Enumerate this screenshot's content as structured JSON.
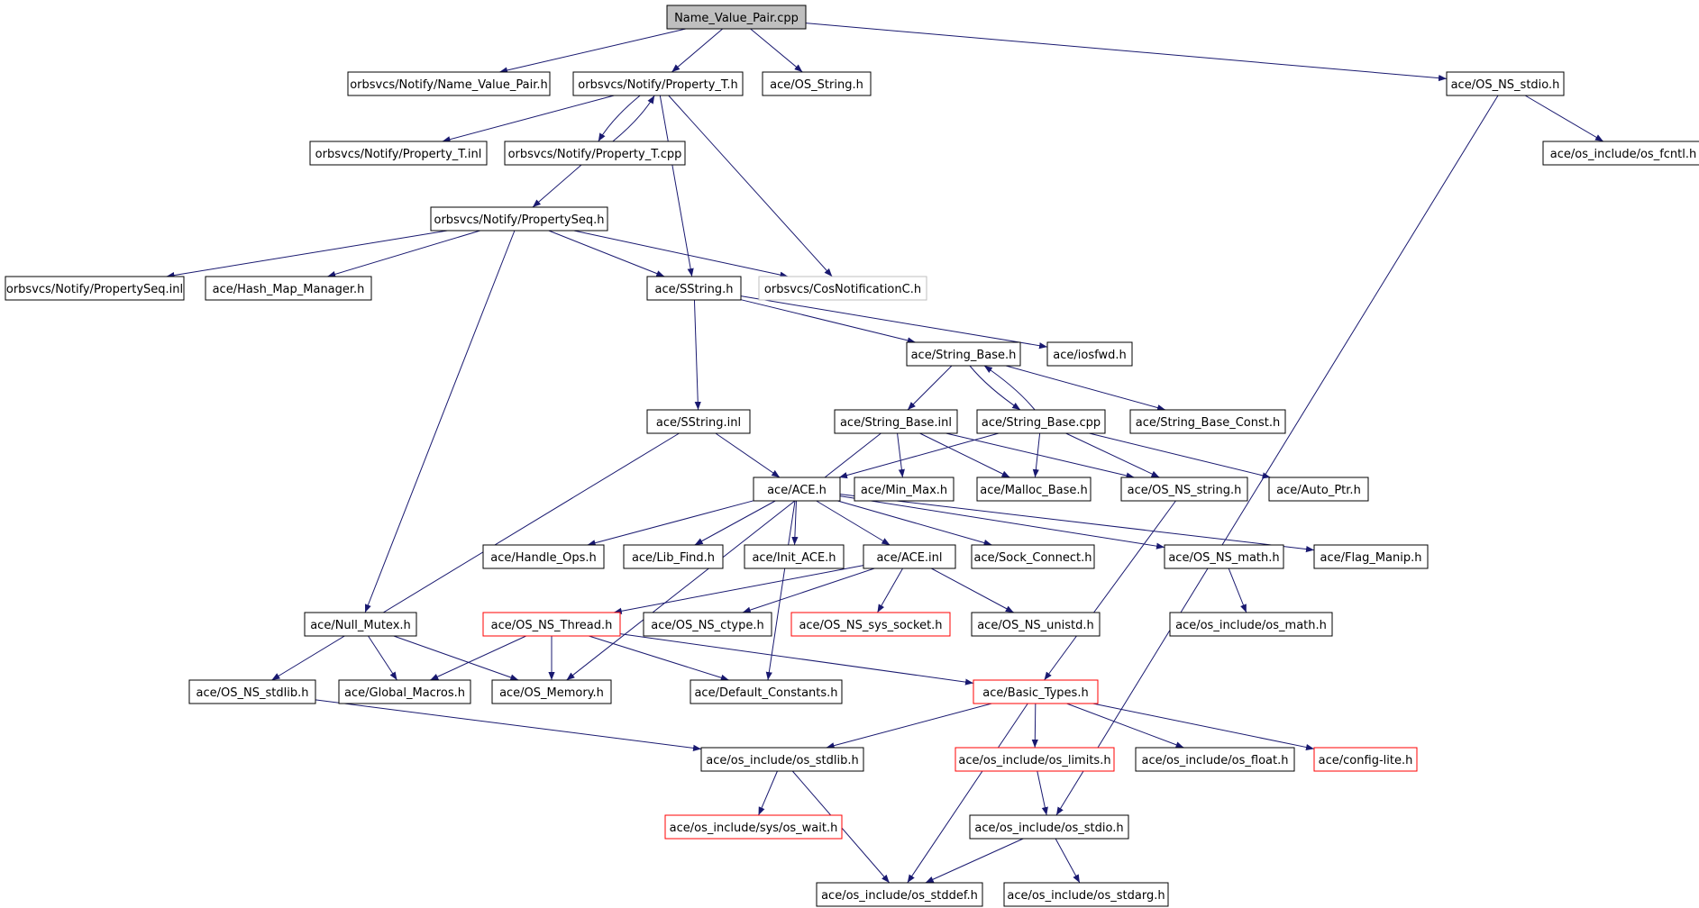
{
  "colors": {
    "edge": "#191970",
    "border_normal": "#000000",
    "border_incomplete": "#ff0000",
    "border_external": "#bfbfbf",
    "root_fill": "#bfbfbf",
    "fill": "#ffffff"
  },
  "nodes": [
    {
      "id": "n0",
      "label": "Name_Value_Pair.cpp",
      "style": "root"
    },
    {
      "id": "n1",
      "label": "orbsvcs/Notify/Name_Value_Pair.h",
      "style": "normal"
    },
    {
      "id": "n2",
      "label": "orbsvcs/Notify/Property_T.h",
      "style": "normal"
    },
    {
      "id": "n3",
      "label": "ace/OS_String.h",
      "style": "normal"
    },
    {
      "id": "n4",
      "label": "ace/OS_NS_stdio.h",
      "style": "normal"
    },
    {
      "id": "n5",
      "label": "orbsvcs/Notify/Property_T.inl",
      "style": "normal"
    },
    {
      "id": "n6",
      "label": "orbsvcs/Notify/Property_T.cpp",
      "style": "normal"
    },
    {
      "id": "n7",
      "label": "ace/os_include/os_fcntl.h",
      "style": "normal"
    },
    {
      "id": "n8",
      "label": "orbsvcs/Notify/PropertySeq.h",
      "style": "normal"
    },
    {
      "id": "n9",
      "label": "orbsvcs/Notify/PropertySeq.inl",
      "style": "normal"
    },
    {
      "id": "n10",
      "label": "ace/Hash_Map_Manager.h",
      "style": "normal"
    },
    {
      "id": "n11",
      "label": "ace/SString.h",
      "style": "normal"
    },
    {
      "id": "n12",
      "label": "orbsvcs/CosNotificationC.h",
      "style": "external"
    },
    {
      "id": "n13",
      "label": "ace/String_Base.h",
      "style": "normal"
    },
    {
      "id": "n14",
      "label": "ace/iosfwd.h",
      "style": "normal"
    },
    {
      "id": "n15",
      "label": "ace/SString.inl",
      "style": "normal"
    },
    {
      "id": "n16",
      "label": "ace/String_Base.inl",
      "style": "normal"
    },
    {
      "id": "n17",
      "label": "ace/String_Base.cpp",
      "style": "normal"
    },
    {
      "id": "n18",
      "label": "ace/String_Base_Const.h",
      "style": "normal"
    },
    {
      "id": "n19",
      "label": "ace/ACE.h",
      "style": "normal"
    },
    {
      "id": "n20",
      "label": "ace/Min_Max.h",
      "style": "normal"
    },
    {
      "id": "n21",
      "label": "ace/Malloc_Base.h",
      "style": "normal"
    },
    {
      "id": "n22",
      "label": "ace/OS_NS_string.h",
      "style": "normal"
    },
    {
      "id": "n23",
      "label": "ace/Auto_Ptr.h",
      "style": "normal"
    },
    {
      "id": "n24",
      "label": "ace/Handle_Ops.h",
      "style": "normal"
    },
    {
      "id": "n25",
      "label": "ace/Lib_Find.h",
      "style": "normal"
    },
    {
      "id": "n26",
      "label": "ace/Init_ACE.h",
      "style": "normal"
    },
    {
      "id": "n27",
      "label": "ace/ACE.inl",
      "style": "normal"
    },
    {
      "id": "n28",
      "label": "ace/Sock_Connect.h",
      "style": "normal"
    },
    {
      "id": "n29",
      "label": "ace/OS_NS_math.h",
      "style": "normal"
    },
    {
      "id": "n30",
      "label": "ace/Flag_Manip.h",
      "style": "normal"
    },
    {
      "id": "n31",
      "label": "ace/Null_Mutex.h",
      "style": "normal"
    },
    {
      "id": "n32",
      "label": "ace/OS_NS_Thread.h",
      "style": "incomplete"
    },
    {
      "id": "n33",
      "label": "ace/OS_NS_ctype.h",
      "style": "normal"
    },
    {
      "id": "n34",
      "label": "ace/OS_NS_sys_socket.h",
      "style": "incomplete"
    },
    {
      "id": "n35",
      "label": "ace/OS_NS_unistd.h",
      "style": "normal"
    },
    {
      "id": "n36",
      "label": "ace/os_include/os_math.h",
      "style": "normal"
    },
    {
      "id": "n37",
      "label": "ace/OS_NS_stdlib.h",
      "style": "normal"
    },
    {
      "id": "n38",
      "label": "ace/Global_Macros.h",
      "style": "normal"
    },
    {
      "id": "n39",
      "label": "ace/OS_Memory.h",
      "style": "normal"
    },
    {
      "id": "n40",
      "label": "ace/Default_Constants.h",
      "style": "normal"
    },
    {
      "id": "n41",
      "label": "ace/Basic_Types.h",
      "style": "incomplete"
    },
    {
      "id": "n42",
      "label": "ace/os_include/os_stdlib.h",
      "style": "normal"
    },
    {
      "id": "n43",
      "label": "ace/os_include/os_limits.h",
      "style": "incomplete"
    },
    {
      "id": "n44",
      "label": "ace/os_include/os_float.h",
      "style": "normal"
    },
    {
      "id": "n45",
      "label": "ace/config-lite.h",
      "style": "incomplete"
    },
    {
      "id": "n46",
      "label": "ace/os_include/sys/os_wait.h",
      "style": "incomplete"
    },
    {
      "id": "n47",
      "label": "ace/os_include/os_stdio.h",
      "style": "normal"
    },
    {
      "id": "n48",
      "label": "ace/os_include/os_stddef.h",
      "style": "normal"
    },
    {
      "id": "n49",
      "label": "ace/os_include/os_stdarg.h",
      "style": "normal"
    }
  ],
  "edges": [
    [
      "n0",
      "n1"
    ],
    [
      "n0",
      "n2"
    ],
    [
      "n0",
      "n3"
    ],
    [
      "n0",
      "n4"
    ],
    [
      "n2",
      "n5"
    ],
    [
      "n2",
      "n6"
    ],
    [
      "n6",
      "n2"
    ],
    [
      "n2",
      "n11"
    ],
    [
      "n2",
      "n12"
    ],
    [
      "n4",
      "n7"
    ],
    [
      "n4",
      "n47"
    ],
    [
      "n6",
      "n8"
    ],
    [
      "n8",
      "n9"
    ],
    [
      "n8",
      "n10"
    ],
    [
      "n8",
      "n11"
    ],
    [
      "n8",
      "n12"
    ],
    [
      "n8",
      "n31"
    ],
    [
      "n11",
      "n13"
    ],
    [
      "n11",
      "n14"
    ],
    [
      "n11",
      "n15"
    ],
    [
      "n13",
      "n16"
    ],
    [
      "n13",
      "n17"
    ],
    [
      "n17",
      "n13"
    ],
    [
      "n13",
      "n18"
    ],
    [
      "n15",
      "n19"
    ],
    [
      "n15",
      "n37"
    ],
    [
      "n16",
      "n20"
    ],
    [
      "n16",
      "n21"
    ],
    [
      "n16",
      "n22"
    ],
    [
      "n16",
      "n39"
    ],
    [
      "n17",
      "n19"
    ],
    [
      "n17",
      "n21"
    ],
    [
      "n17",
      "n22"
    ],
    [
      "n17",
      "n23"
    ],
    [
      "n19",
      "n24"
    ],
    [
      "n19",
      "n25"
    ],
    [
      "n19",
      "n26"
    ],
    [
      "n19",
      "n27"
    ],
    [
      "n19",
      "n28"
    ],
    [
      "n19",
      "n29"
    ],
    [
      "n19",
      "n30"
    ],
    [
      "n19",
      "n40"
    ],
    [
      "n27",
      "n32"
    ],
    [
      "n27",
      "n33"
    ],
    [
      "n27",
      "n34"
    ],
    [
      "n27",
      "n35"
    ],
    [
      "n29",
      "n36"
    ],
    [
      "n22",
      "n41"
    ],
    [
      "n31",
      "n38"
    ],
    [
      "n31",
      "n39"
    ],
    [
      "n32",
      "n38"
    ],
    [
      "n32",
      "n39"
    ],
    [
      "n32",
      "n40"
    ],
    [
      "n32",
      "n41"
    ],
    [
      "n37",
      "n42"
    ],
    [
      "n41",
      "n42"
    ],
    [
      "n41",
      "n43"
    ],
    [
      "n41",
      "n44"
    ],
    [
      "n41",
      "n45"
    ],
    [
      "n41",
      "n48"
    ],
    [
      "n42",
      "n46"
    ],
    [
      "n42",
      "n48"
    ],
    [
      "n43",
      "n47"
    ],
    [
      "n47",
      "n48"
    ],
    [
      "n47",
      "n49"
    ]
  ]
}
